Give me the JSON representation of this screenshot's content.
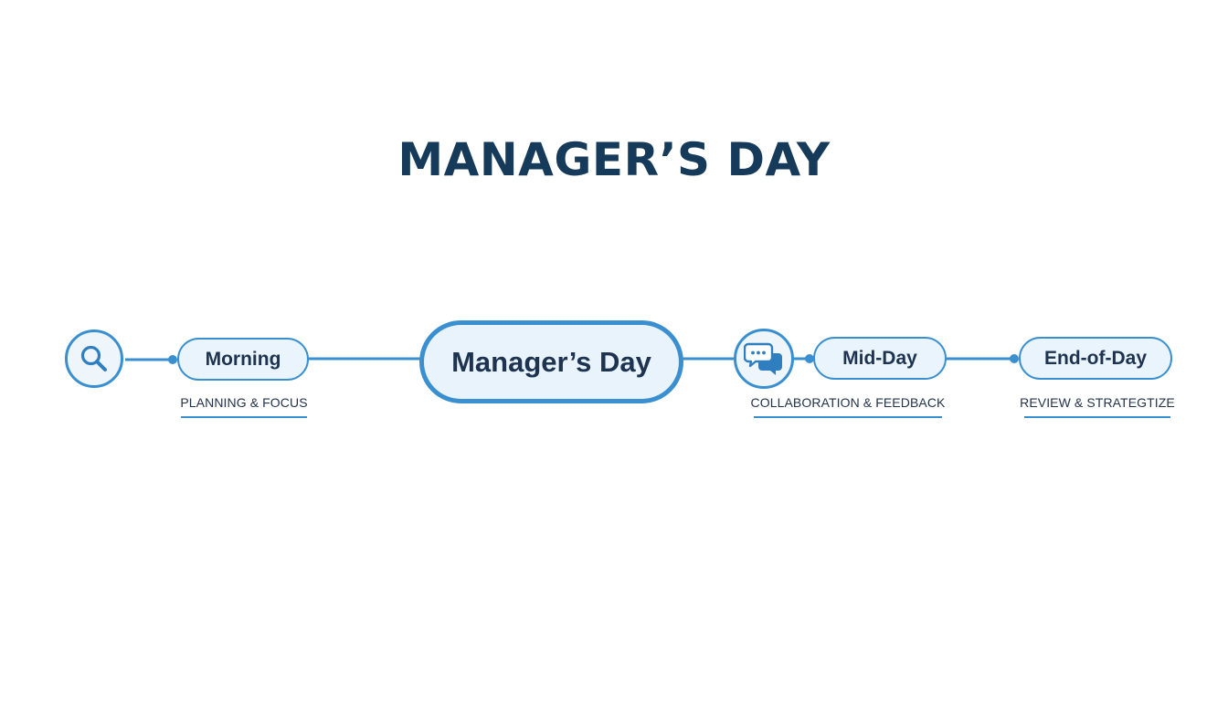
{
  "title": "MANAGER’S DAY",
  "center": {
    "label": "Manager’s Day"
  },
  "phases": [
    {
      "label": "Morning",
      "caption": "PLANNING & FOCUS",
      "icon": "search-icon"
    },
    {
      "label": "Mid-Day",
      "caption": "COLLABORATION & FEEDBACK",
      "icon": "chat-bubbles-icon"
    },
    {
      "label": "End-of-Day",
      "caption": "REVIEW & STRATEGTIZE",
      "icon": ""
    }
  ],
  "colors": {
    "accent": "#3a8fd0",
    "text_dark": "#163a5a",
    "pill_fill": "#eaf4fc"
  }
}
